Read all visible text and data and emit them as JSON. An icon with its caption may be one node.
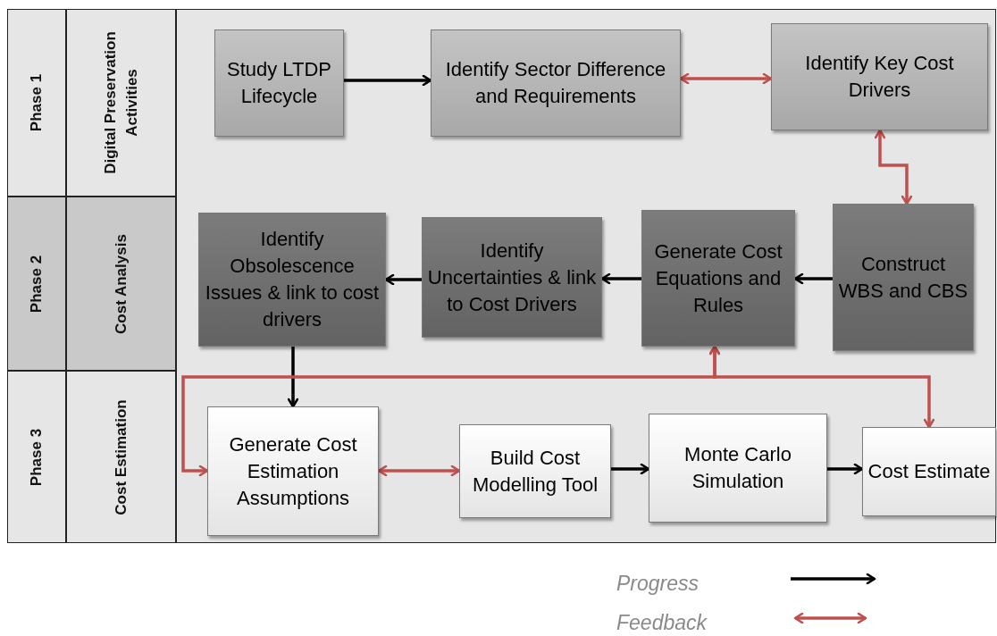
{
  "diagram": {
    "nodes": [
      {
        "text": [
          "Phase 1"
        ]
      },
      {
        "text": [
          "Digital Preservation Activities"
        ]
      },
      {
        "text": [
          "Phase 2"
        ]
      },
      {
        "text": [
          "Cost Analysis"
        ]
      },
      {
        "text": [
          "Phase 3"
        ]
      },
      {
        "text": [
          "Cost Estimation"
        ]
      },
      {
        "text": [
          "Study LTDP Lifecycle"
        ]
      },
      {
        "text": [
          "Identify Sector Difference and Requirements"
        ]
      },
      {
        "text": [
          "Identify Key Cost Drivers"
        ]
      },
      {
        "text": [
          "Identify Obsolescence Issues & link to cost drivers"
        ]
      },
      {
        "text": [
          "Identify Uncertainties & link to Cost Drivers"
        ]
      },
      {
        "text": [
          "Generate Cost Equations and Rules"
        ]
      },
      {
        "text": [
          "Construct WBS and CBS"
        ]
      },
      {
        "text": [
          "Generate Cost Estimation Assumptions"
        ]
      },
      {
        "text": [
          "Build Cost Modelling Tool"
        ]
      },
      {
        "text": [
          "Monte Carlo Simulation"
        ]
      },
      {
        "text": [
          "Cost Estimate"
        ]
      }
    ],
    "edges": [
      {
        "from": 6,
        "to": 7,
        "arrow": "to"
      },
      {
        "from": 7,
        "to": 8,
        "arrow": "both",
        "color": "#c0504d"
      },
      {
        "from": 8,
        "to": 12,
        "arrow": "both",
        "color": "#c0504d"
      },
      {
        "from": 12,
        "to": 11,
        "arrow": "to"
      },
      {
        "from": 11,
        "to": 10,
        "arrow": "to"
      },
      {
        "from": 10,
        "to": 9,
        "arrow": "to"
      },
      {
        "from": 9,
        "to": 13,
        "arrow": "to"
      },
      {
        "from": 11,
        "to": 13,
        "arrow": "both",
        "color": "#c0504d"
      },
      {
        "from": 11,
        "to": 16,
        "arrow": "both",
        "color": "#c0504d"
      },
      {
        "from": 13,
        "to": 14,
        "arrow": "both",
        "color": "#c0504d"
      },
      {
        "from": 14,
        "to": 15,
        "arrow": "to"
      },
      {
        "from": 15,
        "to": 16,
        "arrow": "to"
      }
    ],
    "legend": [
      {
        "text": "Progress"
      },
      {
        "text": "Feedback"
      }
    ]
  }
}
